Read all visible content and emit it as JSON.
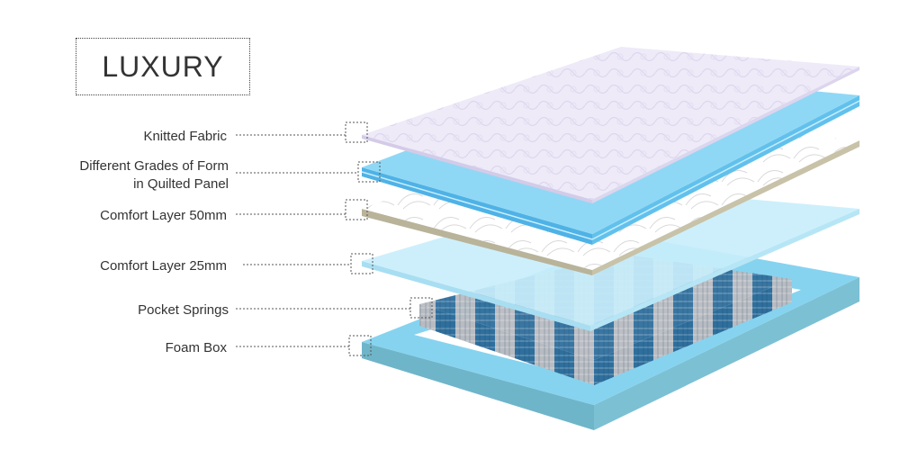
{
  "title": "LUXURY",
  "layers": [
    {
      "label": "Knitted Fabric"
    },
    {
      "label_line1": "Different Grades of Form",
      "label_line2": "in Quilted Panel"
    },
    {
      "label": "Comfort Layer 50mm"
    },
    {
      "label": "Comfort Layer 25mm"
    },
    {
      "label": "Pocket Springs"
    },
    {
      "label": "Foam Box"
    }
  ],
  "colors": {
    "fabric": "#eeeaf8",
    "quilt": "#8fd8f5",
    "comfort50": "#c8c2a8",
    "comfort25": "#c9eefb",
    "springs": "#2e6e9a",
    "foambox": "#86d3f0"
  }
}
